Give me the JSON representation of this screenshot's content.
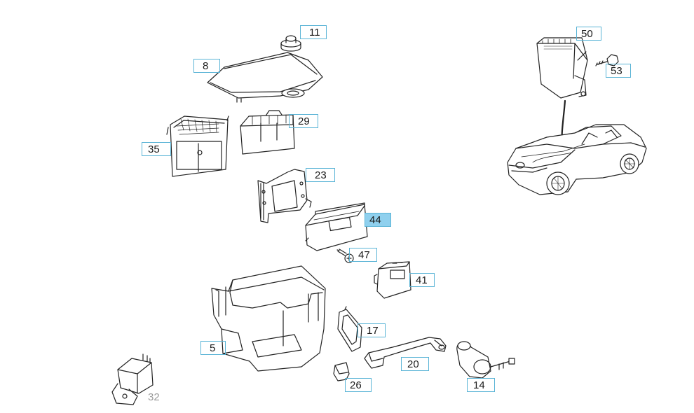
{
  "callouts": [
    {
      "id": "11",
      "label": "11"
    },
    {
      "id": "8",
      "label": "8"
    },
    {
      "id": "29",
      "label": "29"
    },
    {
      "id": "35",
      "label": "35"
    },
    {
      "id": "23",
      "label": "23"
    },
    {
      "id": "44",
      "label": "44",
      "selected": true
    },
    {
      "id": "47",
      "label": "47"
    },
    {
      "id": "41",
      "label": "41"
    },
    {
      "id": "17",
      "label": "17"
    },
    {
      "id": "5",
      "label": "5"
    },
    {
      "id": "20",
      "label": "20"
    },
    {
      "id": "26",
      "label": "26"
    },
    {
      "id": "14",
      "label": "14"
    },
    {
      "id": "32",
      "label": "32"
    },
    {
      "id": "50",
      "label": "50"
    },
    {
      "id": "53",
      "label": "53"
    }
  ],
  "colors": {
    "callout_border": "#5ab4d6",
    "callout_selected_fill": "#8fd0ee",
    "line": "#222222",
    "muted_label": "#9a9a9a"
  }
}
